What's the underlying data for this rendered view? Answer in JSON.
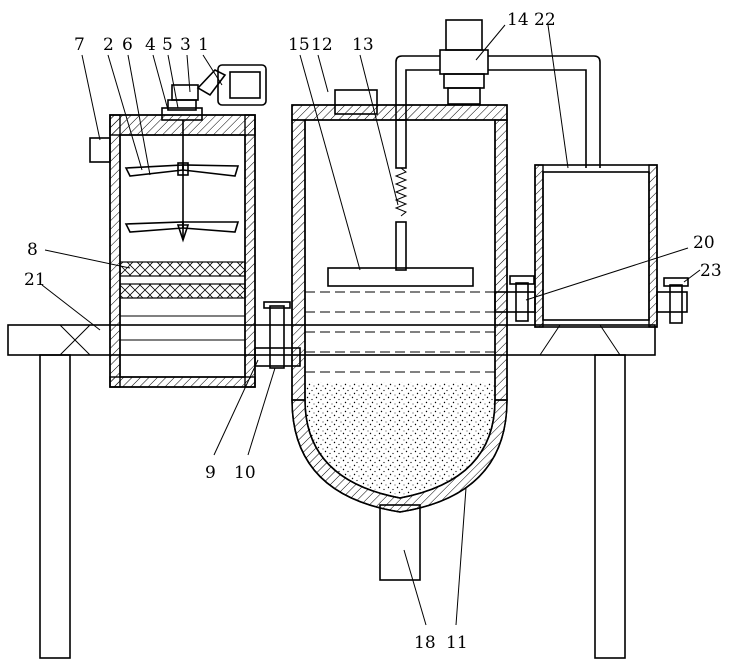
{
  "labels": [
    {
      "id": "label-1",
      "text": "1"
    },
    {
      "id": "label-2",
      "text": "2"
    },
    {
      "id": "label-3",
      "text": "3"
    },
    {
      "id": "label-4",
      "text": "4"
    },
    {
      "id": "label-5",
      "text": "5"
    },
    {
      "id": "label-6",
      "text": "6"
    },
    {
      "id": "label-7",
      "text": "7"
    },
    {
      "id": "label-8",
      "text": "8"
    },
    {
      "id": "label-9",
      "text": "9"
    },
    {
      "id": "label-10",
      "text": "10"
    },
    {
      "id": "label-11",
      "text": "11"
    },
    {
      "id": "label-12",
      "text": "12"
    },
    {
      "id": "label-13",
      "text": "13"
    },
    {
      "id": "label-14",
      "text": "14"
    },
    {
      "id": "label-15",
      "text": "15"
    },
    {
      "id": "label-18",
      "text": "18"
    },
    {
      "id": "label-20",
      "text": "20"
    },
    {
      "id": "label-21",
      "text": "21"
    },
    {
      "id": "label-22",
      "text": "22"
    },
    {
      "id": "label-23",
      "text": "23"
    }
  ]
}
